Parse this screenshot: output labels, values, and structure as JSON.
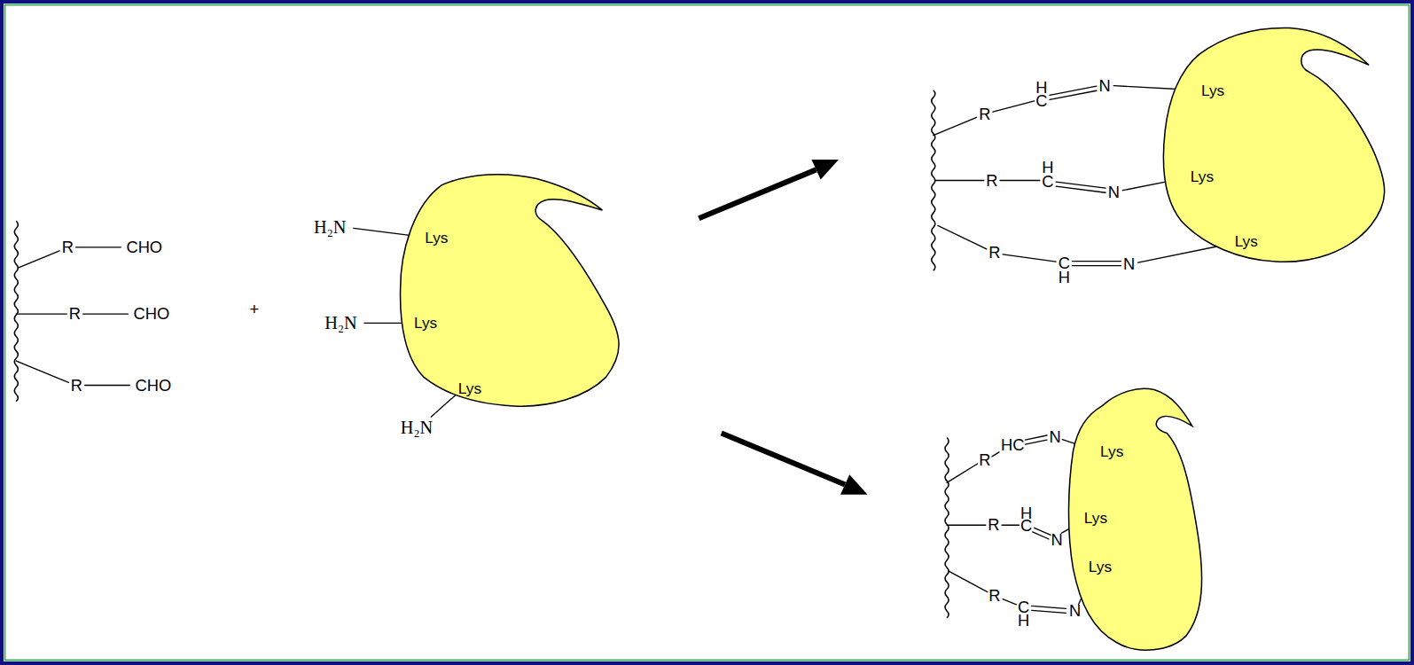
{
  "diagram": {
    "nodes": [
      {
        "text": [
          "Lys",
          "Lys",
          "Lys"
        ]
      },
      {
        "text": [
          "Lys",
          "Lys",
          "Lys"
        ]
      },
      {
        "text": [
          "Lys",
          "Lys",
          "Lys"
        ]
      }
    ],
    "labels": [
      "R",
      "CHO",
      "R",
      "CHO",
      "R",
      "CHO",
      "+",
      "H₂N",
      "H₂N",
      "H₂N",
      "R",
      "H",
      "C",
      "N",
      "R",
      "H",
      "C",
      "N",
      "R",
      "C",
      "H",
      "N",
      "R",
      "HC",
      "N",
      "R",
      "H",
      "C",
      "N",
      "R",
      "C",
      "H",
      "N"
    ]
  }
}
